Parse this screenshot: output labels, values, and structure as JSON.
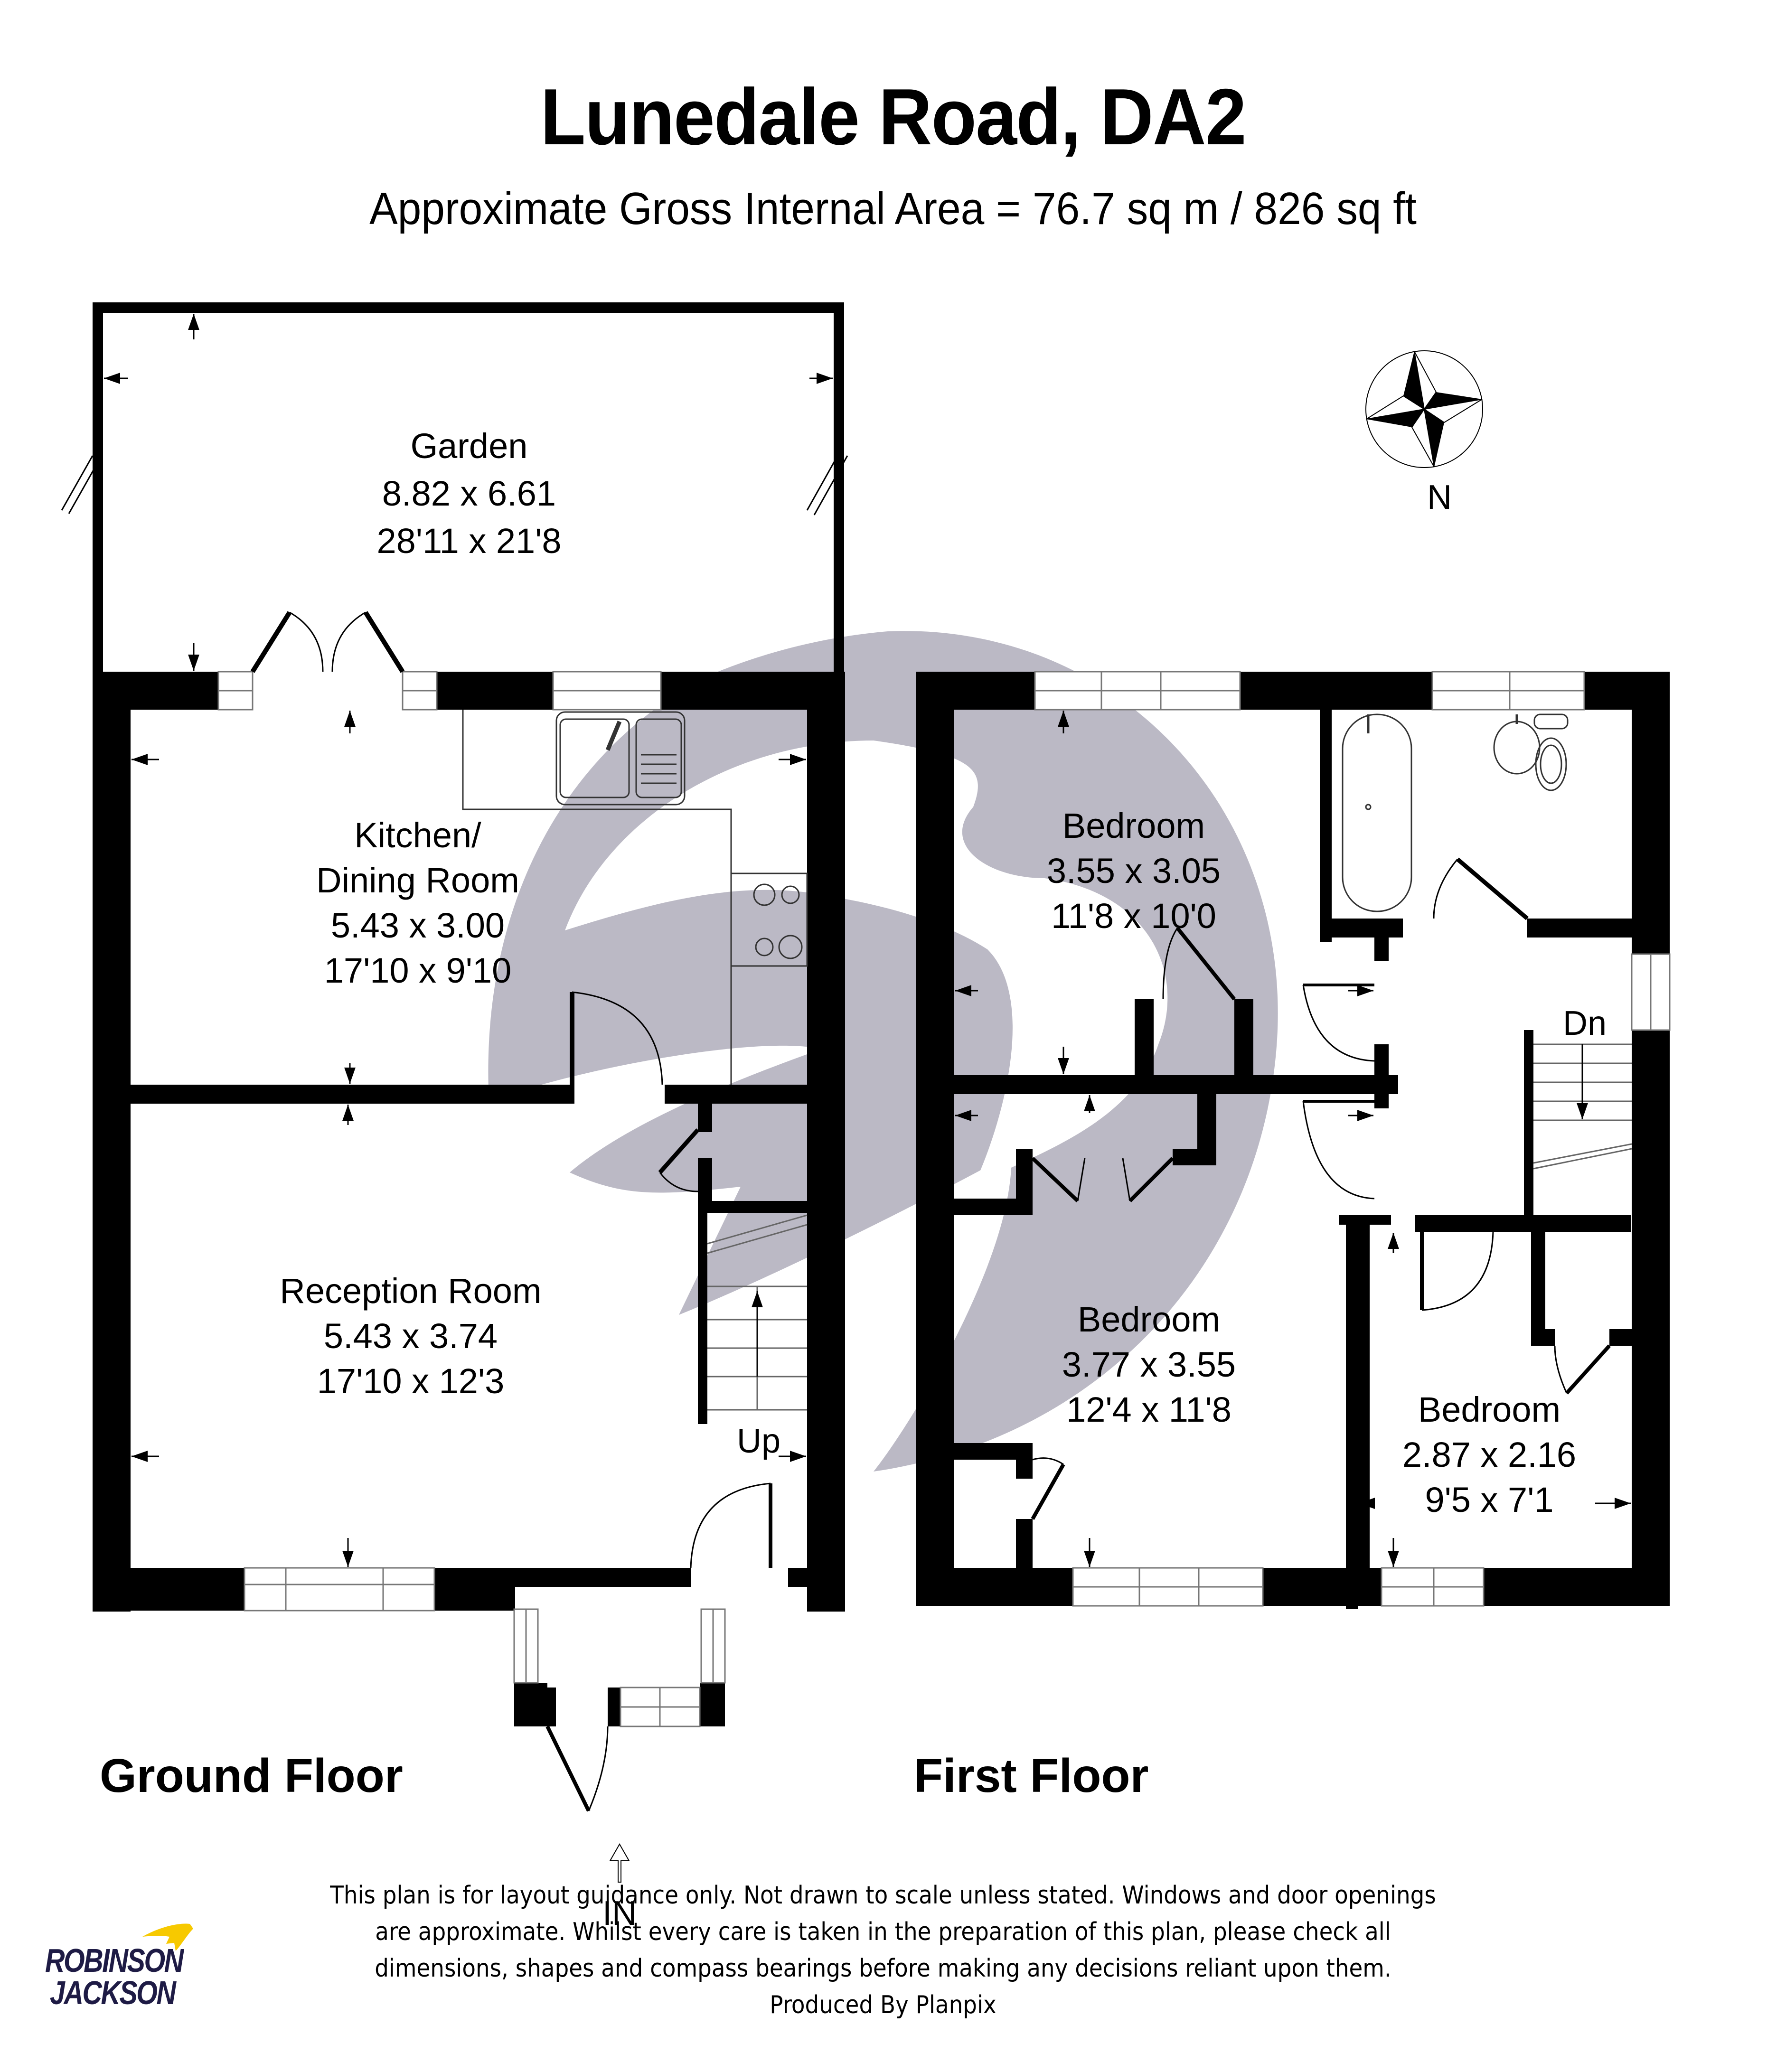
{
  "header": {
    "title": "Lunedale Road, DA2",
    "subtitle": "Approximate Gross Internal Area = 76.7 sq m / 826 sq ft"
  },
  "floors": {
    "ground": {
      "label": "Ground Floor",
      "rooms": [
        {
          "name_line1": "Garden",
          "name_line2": "",
          "metric": "8.82 x 6.61",
          "imperial": "28'11 x 21'8"
        },
        {
          "name_line1": "Kitchen/",
          "name_line2": "Dining Room",
          "metric": "5.43 x 3.00",
          "imperial": "17'10 x 9'10"
        },
        {
          "name_line1": "Reception Room",
          "name_line2": "",
          "metric": "5.43 x 3.74",
          "imperial": "17'10 x 12'3"
        }
      ],
      "stairs_label": "Up",
      "entrance_label": "IN"
    },
    "first": {
      "label": "First Floor",
      "rooms": [
        {
          "name_line1": "Bedroom",
          "metric": "3.55 x 3.05",
          "imperial": "11'8 x 10'0"
        },
        {
          "name_line1": "Bedroom",
          "metric": "3.77 x 3.55",
          "imperial": "12'4 x 11'8"
        },
        {
          "name_line1": "Bedroom",
          "metric": "2.87 x 2.16",
          "imperial": "9'5 x 7'1"
        }
      ],
      "stairs_label": "Dn"
    }
  },
  "compass": {
    "label": "N"
  },
  "footer": {
    "disclaimer_lines": [
      "This plan is for layout guidance only. Not drawn to scale unless stated. Windows and door openings",
      "are approximate. Whilst every care is taken in the preparation of this plan, please check all",
      "dimensions, shapes and compass bearings before making any decisions reliant upon them.",
      "Produced By Planpix"
    ],
    "logo_line1": "ROBINSON",
    "logo_line2": "JACKSON"
  },
  "colors": {
    "wall": "#000000",
    "watermark": "#bab8c4",
    "logo_navy": "#1e1b45",
    "logo_yellow": "#f7c900"
  }
}
